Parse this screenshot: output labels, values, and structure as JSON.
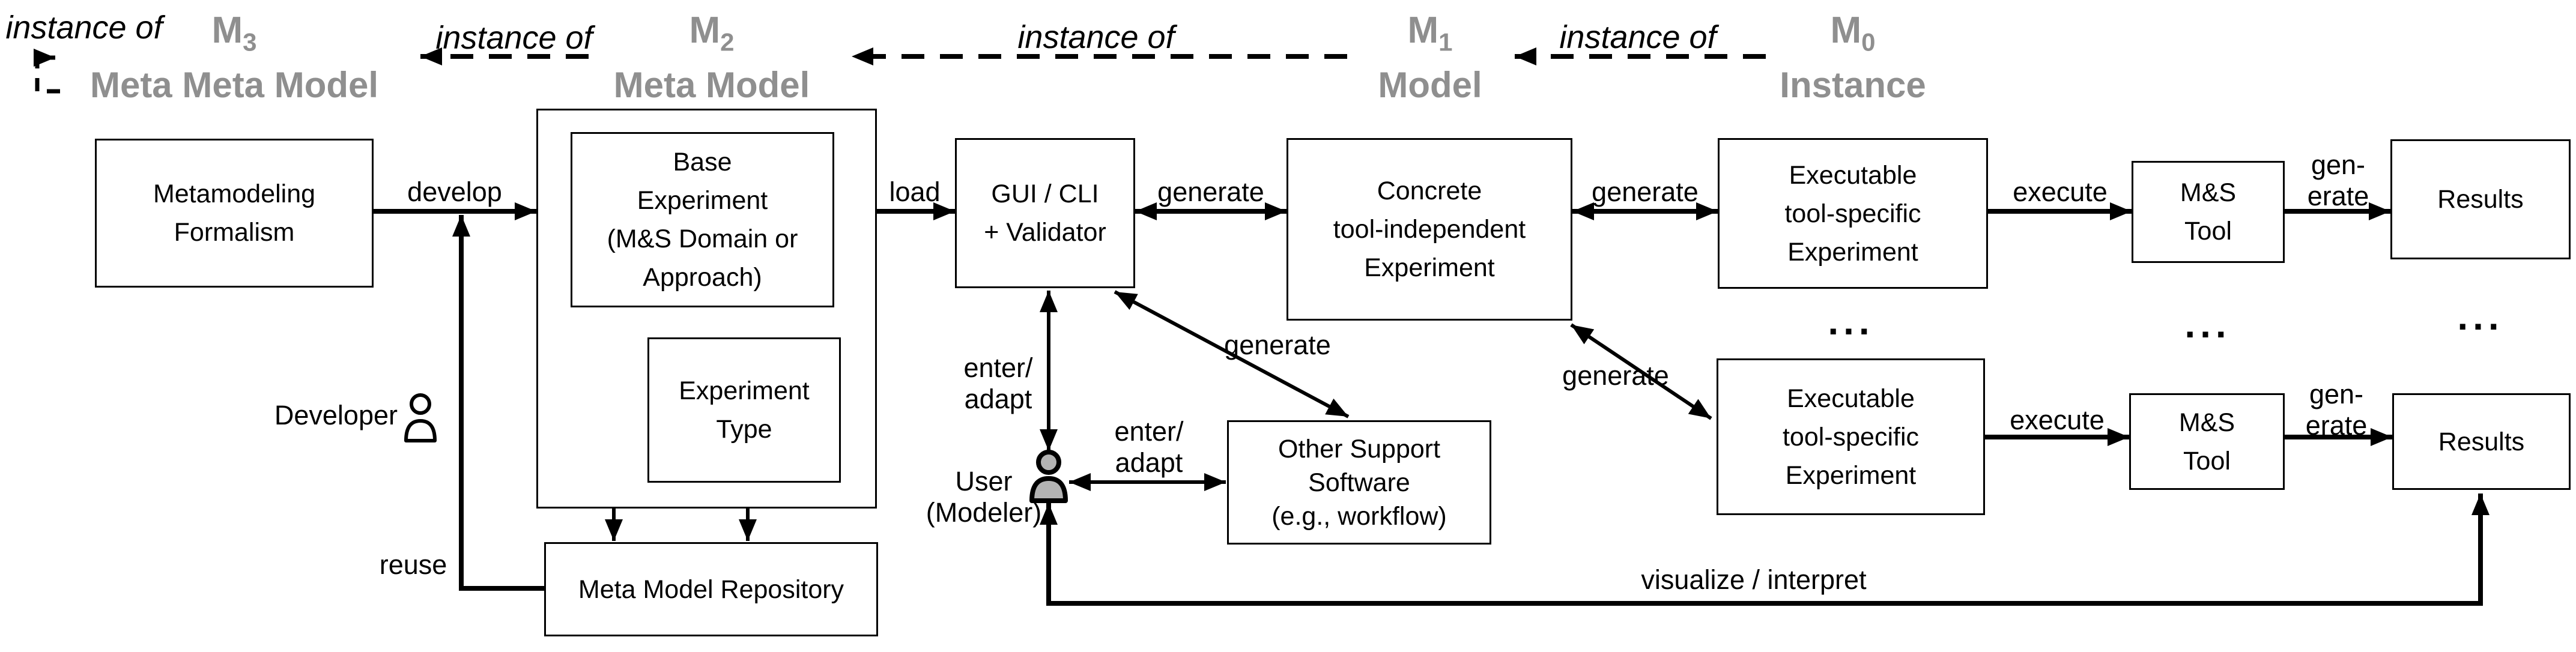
{
  "colors": {
    "header_gray": "#8f8f8f",
    "line_black": "#000000",
    "background": "#ffffff",
    "actor_fill": "#b3b3b3"
  },
  "levels": [
    {
      "symbol": "M",
      "subscript": "3",
      "label": "Meta Meta Model"
    },
    {
      "symbol": "M",
      "subscript": "2",
      "label": "Meta Model"
    },
    {
      "symbol": "M",
      "subscript": "1",
      "label": "Model"
    },
    {
      "symbol": "M",
      "subscript": "0",
      "label": "Instance"
    }
  ],
  "instance_of": {
    "self": "instance of",
    "m2_to_m3": "instance of",
    "m1_to_m2": "instance of",
    "m0_to_m1": "instance of"
  },
  "boxes": {
    "metamodeling_formalism": {
      "lines": [
        "Metamodeling",
        "Formalism"
      ]
    },
    "base_experiment": {
      "lines": [
        "Base",
        "Experiment",
        "(M&S Domain or",
        "Approach)"
      ]
    },
    "experiment_type": {
      "lines": [
        "Experiment",
        "Type"
      ]
    },
    "meta_model_repository": {
      "lines": [
        "Meta Model Repository"
      ]
    },
    "gui_cli_validator": {
      "lines": [
        "GUI / CLI",
        "+ Validator"
      ]
    },
    "concrete_experiment": {
      "lines": [
        "Concrete",
        "tool-independent",
        "Experiment"
      ]
    },
    "executable_experiment_1": {
      "lines": [
        "Executable",
        "tool-specific",
        "Experiment"
      ]
    },
    "ms_tool_1": {
      "lines": [
        "M&S",
        "Tool"
      ]
    },
    "results_1": {
      "lines": [
        "Results"
      ]
    },
    "other_support_software": {
      "lines": [
        "Other Support",
        "Software",
        "(e.g., workflow)"
      ]
    },
    "executable_experiment_2": {
      "lines": [
        "Executable",
        "tool-specific",
        "Experiment"
      ]
    },
    "ms_tool_2": {
      "lines": [
        "M&S",
        "Tool"
      ]
    },
    "results_2": {
      "lines": [
        "Results"
      ]
    }
  },
  "edge_labels": {
    "develop": "develop",
    "load": "load",
    "generate_gui_concrete": "generate",
    "generate_concrete_exec1": "generate",
    "execute_1": "execute",
    "gen_erate_1": [
      "gen-",
      "erate"
    ],
    "execute_2": "execute",
    "gen_erate_2": [
      "gen-",
      "erate"
    ],
    "generate_gui_oss": "generate",
    "generate_concrete_exec2": "generate",
    "enter_adapt_vertical": [
      "enter/",
      "adapt"
    ],
    "enter_adapt_horizontal": [
      "enter/",
      "adapt"
    ],
    "reuse": "reuse",
    "visualize_interpret": "visualize / interpret"
  },
  "actors": {
    "developer": "Developer",
    "user": [
      "User",
      "(Modeler)"
    ]
  },
  "ellipsis": "..."
}
